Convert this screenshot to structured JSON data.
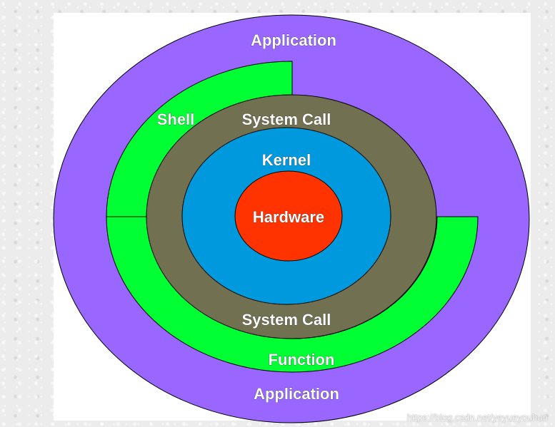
{
  "diagram": {
    "layers": {
      "application_top": "Application",
      "application_bottom": "Application",
      "shell": "Shell",
      "function": "Function",
      "system_call_top": "System Call",
      "system_call_bottom": "System Call",
      "kernel": "Kernel",
      "hardware": "Hardware"
    },
    "colors": {
      "application": "#9966ff",
      "shell_function": "#00ff33",
      "system_call": "#717151",
      "kernel": "#0099dd",
      "hardware": "#ff3300",
      "outline": "#000000"
    }
  },
  "watermark": "https://blog.csdn.net/yeyueyouhun"
}
